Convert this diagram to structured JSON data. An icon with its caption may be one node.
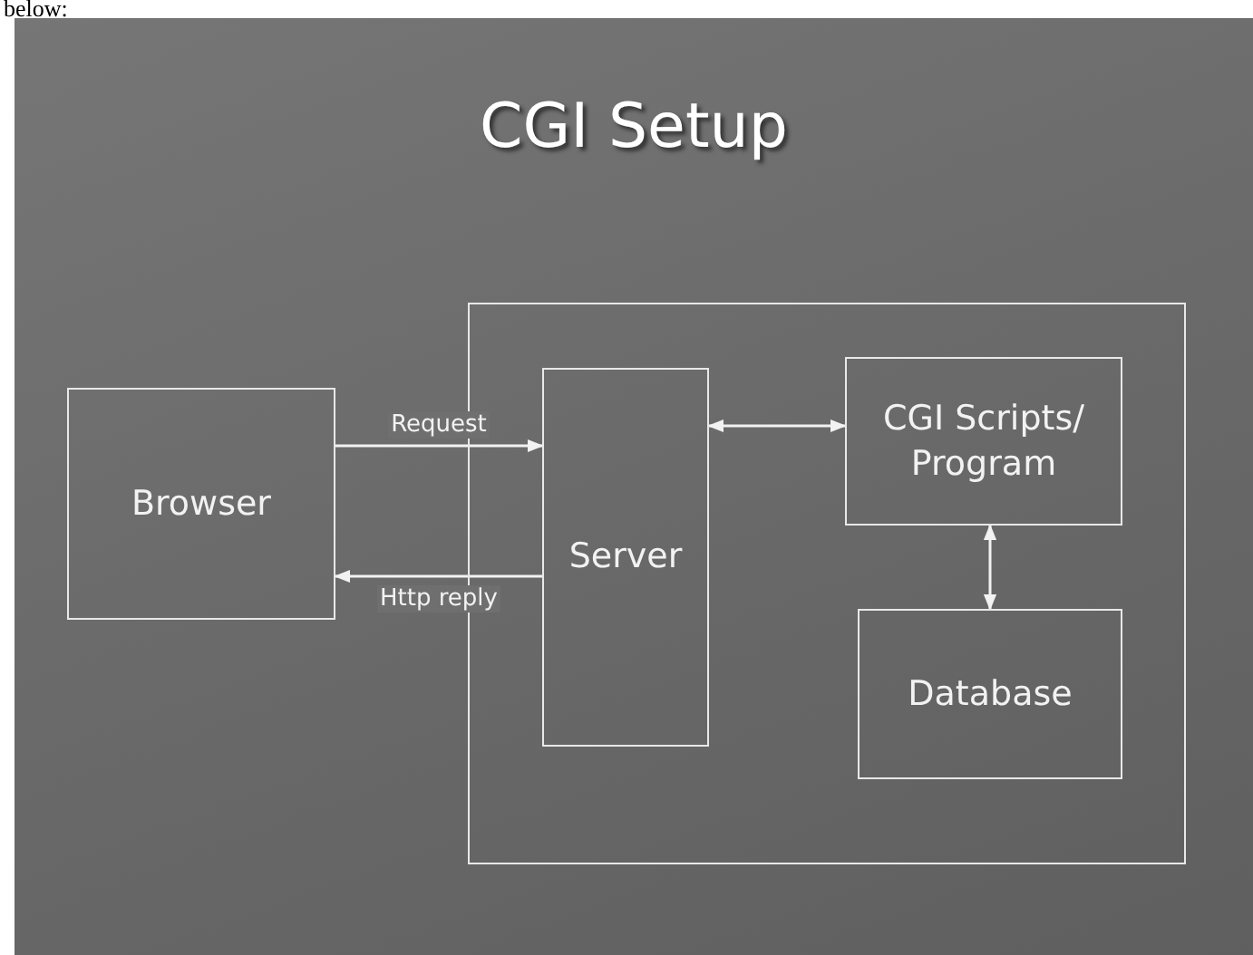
{
  "diagram": {
    "title": "CGI Setup",
    "nodes": [
      {
        "text": [
          "Browser"
        ]
      },
      {
        "text": [],
        "shape": "box"
      },
      {
        "text": [
          "Server"
        ],
        "in": 1
      },
      {
        "text": [
          "CGI Scripts/ Program"
        ],
        "in": 1
      },
      {
        "text": [
          "Database"
        ],
        "in": 1
      }
    ],
    "edges": [
      {
        "from": 0,
        "to": 2,
        "arrow": "to",
        "label": "Request"
      },
      {
        "from": 2,
        "to": 0,
        "arrow": "to",
        "label": "Http reply"
      },
      {
        "from": 2,
        "to": 3,
        "arrow": "both"
      },
      {
        "from": 3,
        "to": 4,
        "arrow": "both"
      }
    ],
    "labels": [
      "below:"
    ]
  }
}
